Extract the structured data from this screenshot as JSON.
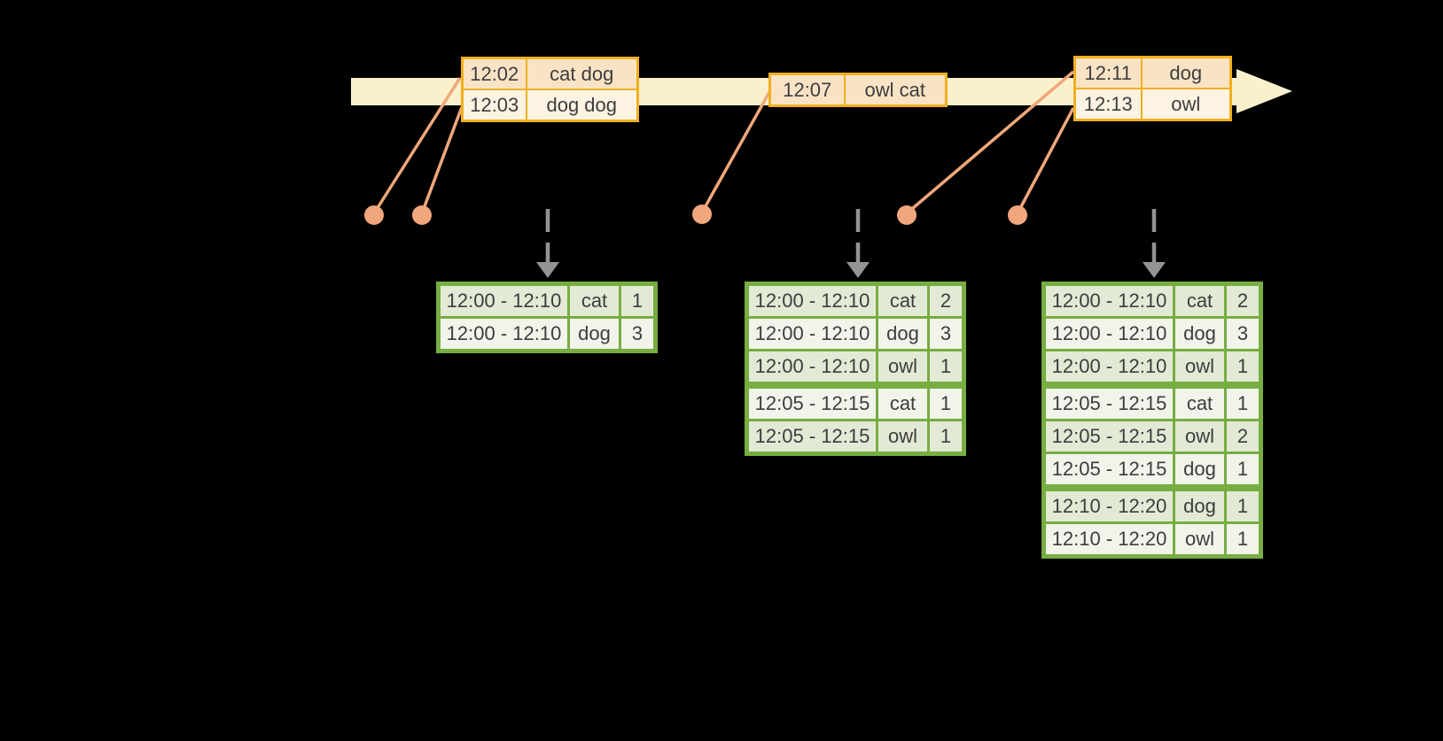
{
  "colors": {
    "background": "#000000",
    "timeline_band": "#FAF0CC",
    "event_border": "#F2B01E",
    "event_row_dark": "#FAE3C5",
    "event_row_light": "#FDF3E3",
    "connector": "#F1A77B",
    "dashed_arrow": "#949494",
    "result_border": "#77AD41",
    "result_row_dark": "#E2EAD5",
    "result_row_light": "#F0F4EA",
    "text": "#3D3D3D"
  },
  "icons": {
    "timeline_arrowhead": "right-arrow",
    "trigger_arrow": "down-arrow",
    "event_marker": "dot"
  },
  "event_tables": [
    {
      "rows": [
        {
          "time": "12:02",
          "words": "cat dog"
        },
        {
          "time": "12:03",
          "words": "dog dog"
        }
      ]
    },
    {
      "rows": [
        {
          "time": "12:07",
          "words": "owl cat"
        }
      ]
    },
    {
      "rows": [
        {
          "time": "12:11",
          "words": "dog"
        },
        {
          "time": "12:13",
          "words": "owl"
        }
      ]
    }
  ],
  "result_tables": [
    {
      "rows": [
        {
          "window": "12:00 - 12:10",
          "word": "cat",
          "count": "1"
        },
        {
          "window": "12:00 - 12:10",
          "word": "dog",
          "count": "3"
        }
      ]
    },
    {
      "rows": [
        {
          "window": "12:00 - 12:10",
          "word": "cat",
          "count": "2"
        },
        {
          "window": "12:00 - 12:10",
          "word": "dog",
          "count": "3"
        },
        {
          "window": "12:00 - 12:10",
          "word": "owl",
          "count": "1"
        },
        {
          "window": "12:05 - 12:15",
          "word": "cat",
          "count": "1"
        },
        {
          "window": "12:05 - 12:15",
          "word": "owl",
          "count": "1"
        }
      ]
    },
    {
      "rows": [
        {
          "window": "12:00 - 12:10",
          "word": "cat",
          "count": "2"
        },
        {
          "window": "12:00 - 12:10",
          "word": "dog",
          "count": "3"
        },
        {
          "window": "12:00 - 12:10",
          "word": "owl",
          "count": "1"
        },
        {
          "window": "12:05 - 12:15",
          "word": "cat",
          "count": "1"
        },
        {
          "window": "12:05 - 12:15",
          "word": "owl",
          "count": "2"
        },
        {
          "window": "12:05 - 12:15",
          "word": "dog",
          "count": "1"
        },
        {
          "window": "12:10 - 12:20",
          "word": "dog",
          "count": "1"
        },
        {
          "window": "12:10 - 12:20",
          "word": "owl",
          "count": "1"
        }
      ]
    }
  ]
}
